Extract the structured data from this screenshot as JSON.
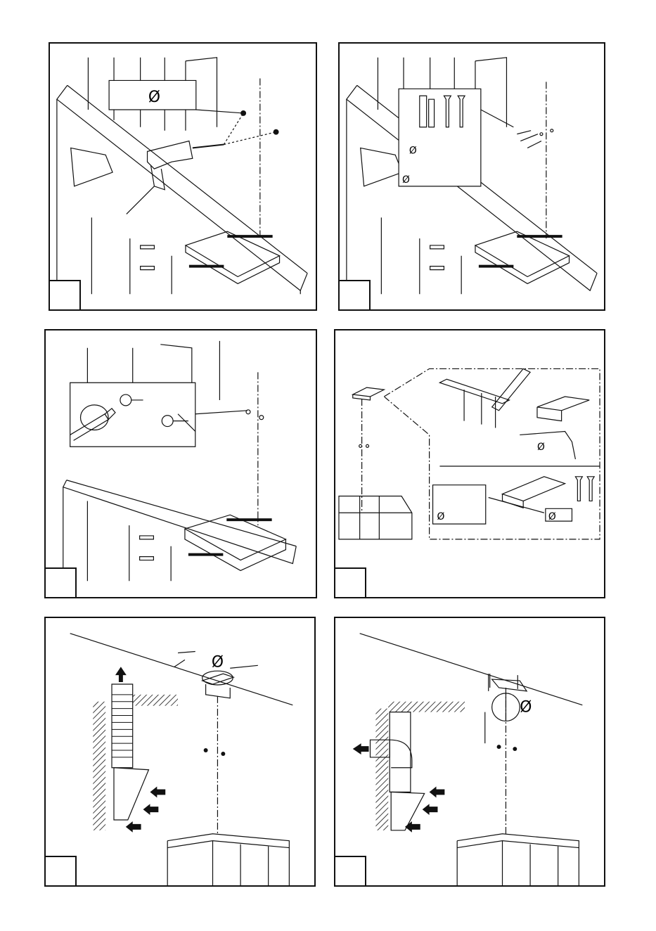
{
  "panels": [
    {
      "id": "drill-wall",
      "step_label": "",
      "symbols": [
        "Ø"
      ]
    },
    {
      "id": "insert-plugs",
      "step_label": "",
      "symbols": [
        "Ø",
        "Ø"
      ]
    },
    {
      "id": "fit-screws",
      "step_label": "",
      "symbols": []
    },
    {
      "id": "ceiling-bracket",
      "step_label": "",
      "symbols": [
        "Ø",
        "Ø",
        "Ø"
      ]
    },
    {
      "id": "ducted-vertical",
      "step_label": "",
      "symbols": [
        "Ø"
      ]
    },
    {
      "id": "ducted-rear",
      "step_label": "",
      "symbols": [
        "Ø"
      ]
    }
  ]
}
